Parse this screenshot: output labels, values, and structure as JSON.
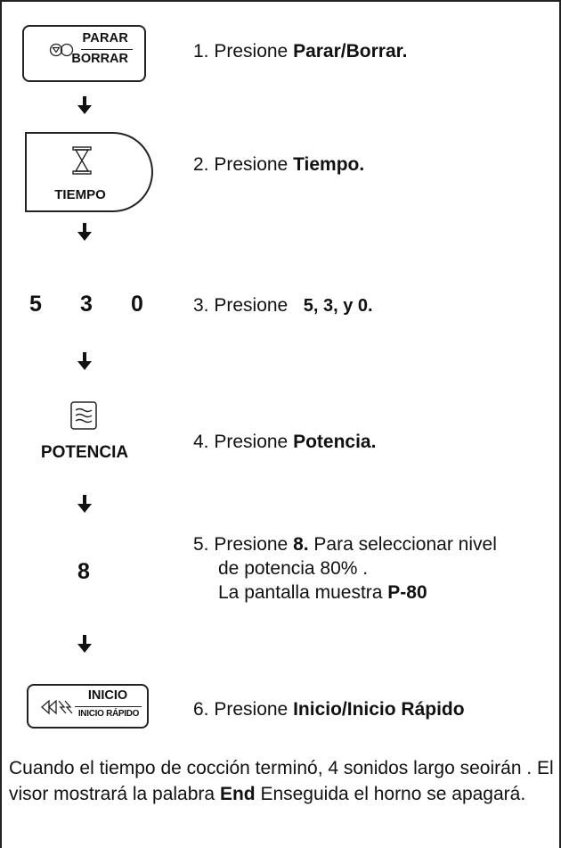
{
  "keys": {
    "parar_top": "PARAR",
    "parar_bottom": "BORRAR",
    "tiempo": "TIEMPO",
    "potencia": "POTENCIA",
    "inicio_top": "INICIO",
    "inicio_bottom": "INICIO RÁPIDO"
  },
  "numbers": {
    "n5": "5",
    "n3": "3",
    "n0": "0",
    "n8": "8"
  },
  "steps": [
    {
      "prefix": "1. Presione ",
      "bold": "Parar/Borrar."
    },
    {
      "prefix": "2. Presione ",
      "bold": "Tiempo."
    },
    {
      "prefix": "3. Presione ",
      "bold": "5, 3, y 0."
    },
    {
      "prefix": "4. Presione ",
      "bold": "Potencia."
    },
    {
      "prefix": "5. Presione ",
      "bold": "8.",
      "suffix": " Para seleccionar nivel",
      "line2": "de potencia 80%  .",
      "line3_prefix": "La pantalla muestra ",
      "line3_bold": "P-80"
    },
    {
      "prefix": "6. Presione ",
      "bold": "Inicio/Inicio Rápido"
    }
  ],
  "footer": {
    "part1": "Cuando el tiempo de cocción terminó, 4 sonidos largo seoirán . El visor mostrará la palabra ",
    "bold": "End",
    "part2": " Enseguida el horno se apagará."
  }
}
